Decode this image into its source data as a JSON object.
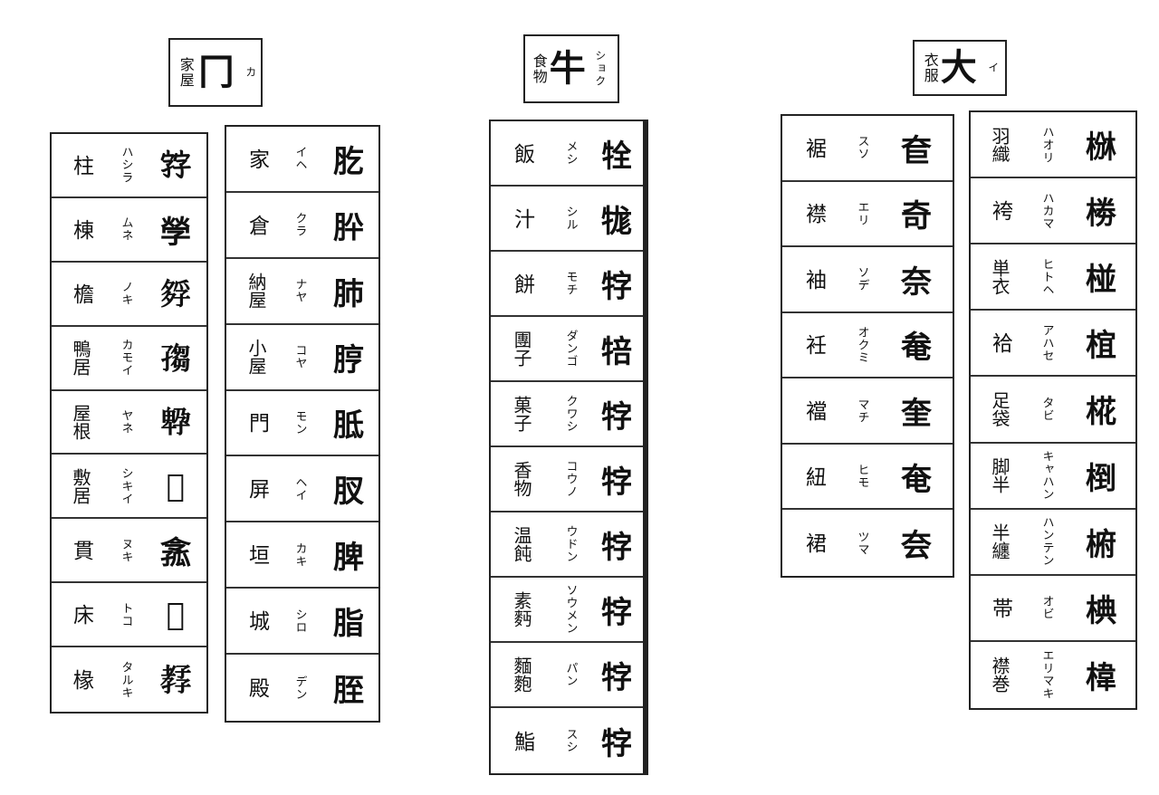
{
  "sections": [
    {
      "header": {
        "category": "家屋",
        "glyph": "冂",
        "reading": "カ"
      },
      "columns": [
        {
          "rows": [
            {
              "word": "柱",
              "reading": "ハシラ",
              "glyph": "𡦂"
            },
            {
              "word": "棟",
              "reading": "ムネ",
              "glyph": "𡦃"
            },
            {
              "word": "檐",
              "reading": "ノキ",
              "glyph": "𡦄"
            },
            {
              "word": "鴨居",
              "reading": "カモイ",
              "glyph": "𡦅"
            },
            {
              "word": "屋根",
              "reading": "ヤネ",
              "glyph": "𡦆"
            },
            {
              "word": "敷居",
              "reading": "シキイ",
              "glyph": "𡦇"
            },
            {
              "word": "貫",
              "reading": "ヌキ",
              "glyph": "𡦈"
            },
            {
              "word": "床",
              "reading": "トコ",
              "glyph": "𡦉"
            },
            {
              "word": "椽",
              "reading": "タルキ",
              "glyph": "𡦊"
            }
          ]
        },
        {
          "rows": [
            {
              "word": "家",
              "reading": "イヘ",
              "glyph": "肐"
            },
            {
              "word": "倉",
              "reading": "クラ",
              "glyph": "肸"
            },
            {
              "word": "納屋",
              "reading": "ナヤ",
              "glyph": "肺"
            },
            {
              "word": "小屋",
              "reading": "コヤ",
              "glyph": "脝"
            },
            {
              "word": "門",
              "reading": "モン",
              "glyph": "胝"
            },
            {
              "word": "屏",
              "reading": "ヘイ",
              "glyph": "肞"
            },
            {
              "word": "垣",
              "reading": "カキ",
              "glyph": "脾"
            },
            {
              "word": "城",
              "reading": "シロ",
              "glyph": "脂"
            },
            {
              "word": "殿",
              "reading": "デン",
              "glyph": "胵"
            }
          ]
        }
      ]
    },
    {
      "header": {
        "category": "食物",
        "glyph": "牛",
        "reading": "ショク"
      },
      "columns": [
        {
          "rows": [
            {
              "word": "飯",
              "reading": "メシ",
              "glyph": "牷"
            },
            {
              "word": "汁",
              "reading": "シル",
              "glyph": "牻"
            },
            {
              "word": "餅",
              "reading": "モチ",
              "glyph": "牸"
            },
            {
              "word": "團子",
              "reading": "ダンゴ",
              "glyph": "犃"
            },
            {
              "word": "菓子",
              "reading": "クワシ",
              "glyph": "牸"
            },
            {
              "word": "香物",
              "reading": "コウノ",
              "glyph": "牸"
            },
            {
              "word": "温飩",
              "reading": "ウドン",
              "glyph": "牸"
            },
            {
              "word": "素麪",
              "reading": "ソウメン",
              "glyph": "牸"
            },
            {
              "word": "麵麭",
              "reading": "パン",
              "glyph": "牸"
            },
            {
              "word": "鮨",
              "reading": "スシ",
              "glyph": "牸"
            }
          ]
        }
      ]
    },
    {
      "header": {
        "category": "衣服",
        "glyph": "大",
        "reading": "イ"
      },
      "columns": [
        {
          "rows": [
            {
              "word": "裾",
              "reading": "スソ",
              "glyph": "奆"
            },
            {
              "word": "襟",
              "reading": "エリ",
              "glyph": "奇"
            },
            {
              "word": "袖",
              "reading": "ソデ",
              "glyph": "奈"
            },
            {
              "word": "衽",
              "reading": "オクミ",
              "glyph": "奙"
            },
            {
              "word": "襠",
              "reading": "マチ",
              "glyph": "奎"
            },
            {
              "word": "紐",
              "reading": "ヒモ",
              "glyph": "奄"
            },
            {
              "word": "裙",
              "reading": "ツマ",
              "glyph": "夽"
            }
          ]
        },
        {
          "rows": [
            {
              "word": "羽織",
              "reading": "ハオリ",
              "glyph": "椕"
            },
            {
              "word": "袴",
              "reading": "ハカマ",
              "glyph": "椦"
            },
            {
              "word": "単衣",
              "reading": "ヒトヘ",
              "glyph": "椪"
            },
            {
              "word": "袷",
              "reading": "アハセ",
              "glyph": "椬"
            },
            {
              "word": "足袋",
              "reading": "タビ",
              "glyph": "椛"
            },
            {
              "word": "脚半",
              "reading": "キャハン",
              "glyph": "椡"
            },
            {
              "word": "半纏",
              "reading": "ハンテン",
              "glyph": "椨"
            },
            {
              "word": "帯",
              "reading": "オビ",
              "glyph": "椣"
            },
            {
              "word": "襟巻",
              "reading": "エリマキ",
              "glyph": "椲"
            }
          ]
        }
      ]
    }
  ]
}
